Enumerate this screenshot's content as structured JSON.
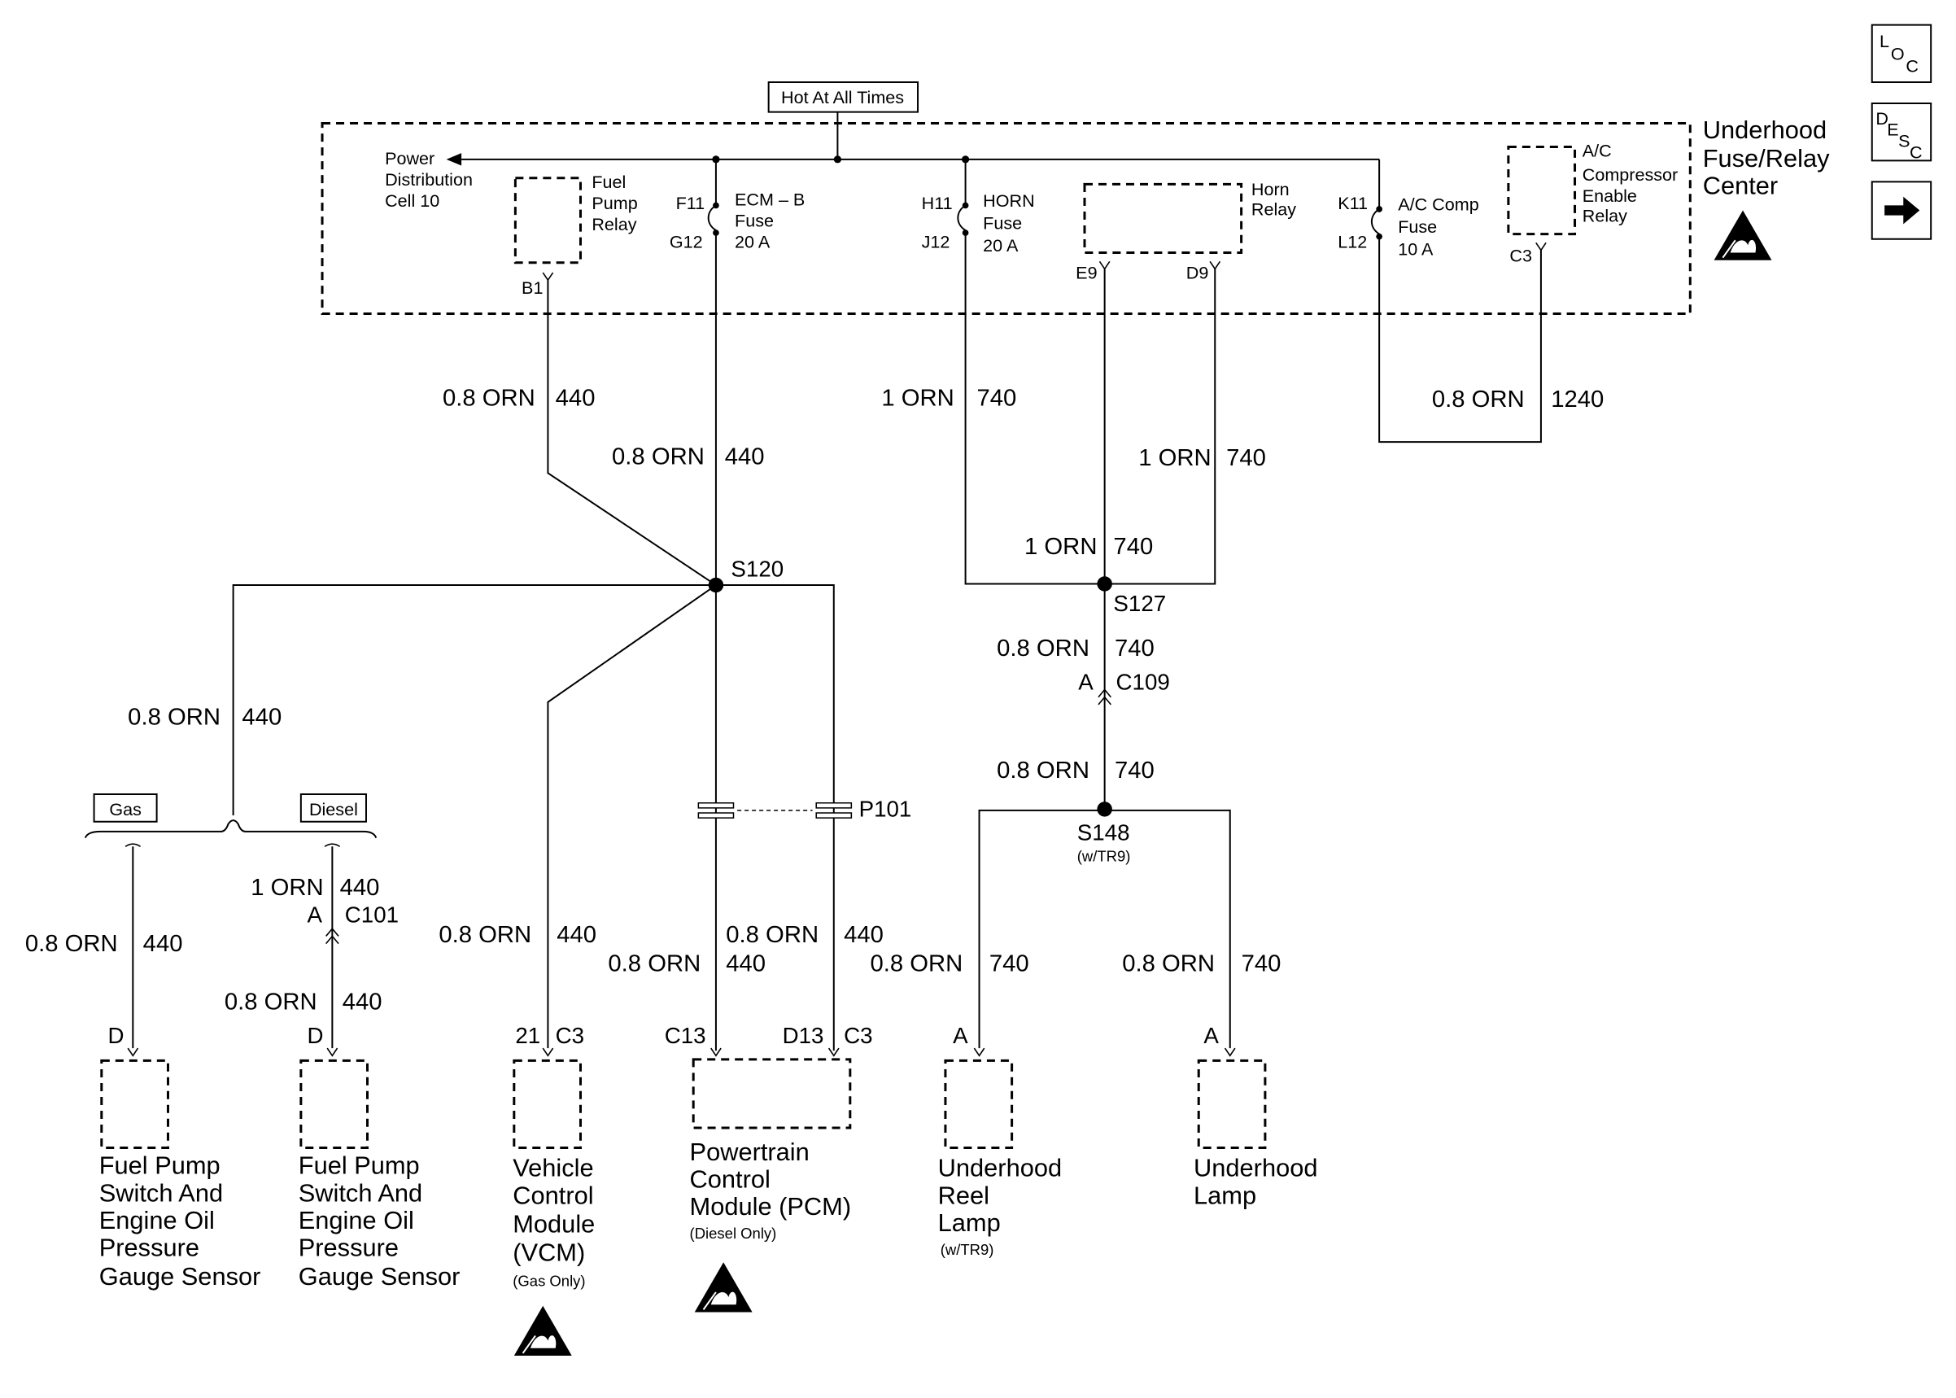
{
  "header": {
    "hot_at_all_times": "Hot At All Times"
  },
  "fuse_center": {
    "name": [
      "Underhood",
      "Fuse/Relay",
      "Center"
    ]
  },
  "side_buttons": {
    "loc": {
      "l1": "L",
      "l2": "O",
      "l3": "C"
    },
    "desc": {
      "l1": "D",
      "l2": "E",
      "l3": "S",
      "l4": "C"
    }
  },
  "power_dist": [
    "Power",
    "Distribution",
    "Cell 10"
  ],
  "fuel_pump_relay": [
    "Fuel",
    "Pump",
    "Relay"
  ],
  "ecm_fuse": {
    "label": [
      "ECM – B",
      "Fuse",
      "20 A"
    ],
    "in": "F11",
    "out": "G12"
  },
  "horn_fuse": {
    "label": [
      "HORN",
      "Fuse",
      "20 A"
    ],
    "in": "H11",
    "out": "J12"
  },
  "horn_relay": {
    "label": [
      "Horn",
      "Relay"
    ],
    "pins": [
      "E9",
      "D9"
    ]
  },
  "ac_fuse": {
    "label": [
      "A/C Comp",
      "Fuse",
      "10 A"
    ],
    "in": "K11",
    "out": "L12"
  },
  "ac_relay": {
    "label": [
      "A/C",
      "Compressor",
      "Enable",
      "Relay"
    ],
    "pin": "C3"
  },
  "fuel_relay_pin": "B1",
  "wires": {
    "w1": {
      "gauge": "0.8 ORN",
      "circuit": "440"
    },
    "w2": {
      "gauge": "0.8 ORN",
      "circuit": "440"
    },
    "w3": {
      "gauge": "1 ORN",
      "circuit": "740"
    },
    "w4": {
      "gauge": "1 ORN",
      "circuit": "740"
    },
    "w5": {
      "gauge": "0.8 ORN",
      "circuit": "1240"
    },
    "w6": {
      "gauge": "1 ORN",
      "circuit": "740"
    },
    "w7": {
      "gauge": "0.8 ORN",
      "circuit": "740"
    },
    "w8": {
      "gauge": "0.8 ORN",
      "circuit": "740"
    },
    "w9": {
      "gauge": "0.8 ORN",
      "circuit": "440"
    },
    "w10": {
      "gauge": "1 ORN",
      "circuit": "440"
    },
    "w11": {
      "gauge": "0.8 ORN",
      "circuit": "440"
    },
    "w12": {
      "gauge": "0.8 ORN",
      "circuit": "440"
    },
    "w13": {
      "gauge": "0.8 ORN",
      "circuit": "440"
    },
    "w14": {
      "gauge": "0.8 ORN",
      "circuit": "440"
    },
    "w15": {
      "gauge": "0.8 ORN",
      "circuit": "440"
    },
    "w16": {
      "gauge": "0.8 ORN",
      "circuit": "740"
    },
    "w17": {
      "gauge": "0.8 ORN",
      "circuit": "740"
    }
  },
  "splices": {
    "s120": "S120",
    "s127": "S127",
    "s148": "S148",
    "s148_note": "(w/TR9)",
    "p101": "P101"
  },
  "connectors": {
    "c109_pin": "A",
    "c109": "C109",
    "c101_pin": "A",
    "c101": "C101"
  },
  "options": {
    "gas": "Gas",
    "diesel": "Diesel"
  },
  "pins": {
    "fp_gas": "D",
    "fp_diesel": "D",
    "vcm_pin": "21",
    "vcm_conn": "C3",
    "pcm_a": "C13",
    "pcm_b": "D13",
    "pcm_conn": "C3",
    "reel": "A",
    "lamp": "A"
  },
  "components": {
    "fp_gas": [
      "Fuel Pump",
      "Switch And",
      "Engine Oil",
      "Pressure",
      "Gauge Sensor"
    ],
    "fp_diesel": [
      "Fuel Pump",
      "Switch And",
      "Engine Oil",
      "Pressure",
      "Gauge Sensor"
    ],
    "vcm": [
      "Vehicle",
      "Control",
      "Module",
      "(VCM)"
    ],
    "vcm_note": "(Gas Only)",
    "pcm": [
      "Powertrain",
      "Control",
      "Module (PCM)"
    ],
    "pcm_note": "(Diesel Only)",
    "reel": [
      "Underhood",
      "Reel",
      "Lamp"
    ],
    "reel_note": "(w/TR9)",
    "lamp": [
      "Underhood",
      "Lamp"
    ]
  }
}
